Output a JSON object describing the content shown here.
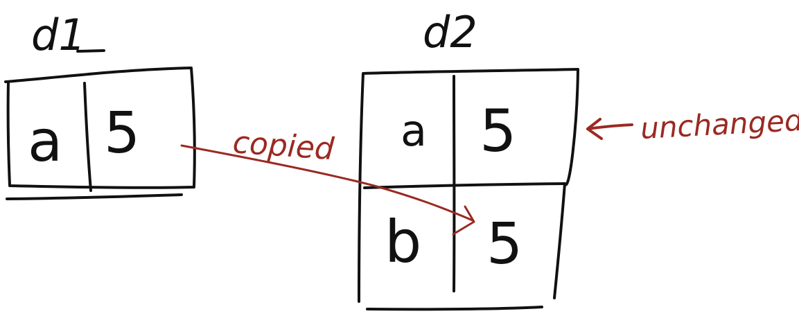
{
  "diagram": {
    "left_table": {
      "title": "d1",
      "rows": [
        {
          "key": "a",
          "value": "5"
        }
      ]
    },
    "right_table": {
      "title": "d2",
      "rows": [
        {
          "key": "a",
          "value": "5"
        },
        {
          "key": "b",
          "value": "5"
        }
      ]
    },
    "annotations": {
      "copied_label": "copied",
      "unchanged_label": "unchanged!"
    },
    "colors": {
      "ink": "#111111",
      "annotation": "#9a2a22",
      "background": "#ffffff"
    }
  }
}
